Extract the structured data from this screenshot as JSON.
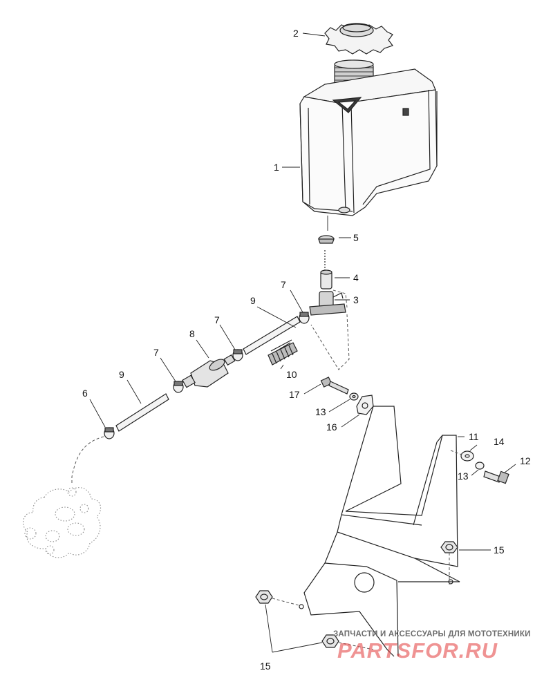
{
  "callouts": {
    "c1": "1",
    "c2": "2",
    "c3": "3",
    "c4": "4",
    "c5": "5",
    "c6": "6",
    "c7a": "7",
    "c7b": "7",
    "c7c": "7",
    "c8": "8",
    "c9a": "9",
    "c9b": "9",
    "c10": "10",
    "c11": "11",
    "c12": "12",
    "c13a": "13",
    "c13b": "13",
    "c14": "14",
    "c15a": "15",
    "c15b": "15",
    "c16": "16",
    "c17": "17"
  },
  "watermark": {
    "tagline": "ЗАПЧАСТИ И АКСЕССУАРЫ ДЛЯ МОТОТЕХНИКИ",
    "brand": "PARTSFOR.RU"
  }
}
